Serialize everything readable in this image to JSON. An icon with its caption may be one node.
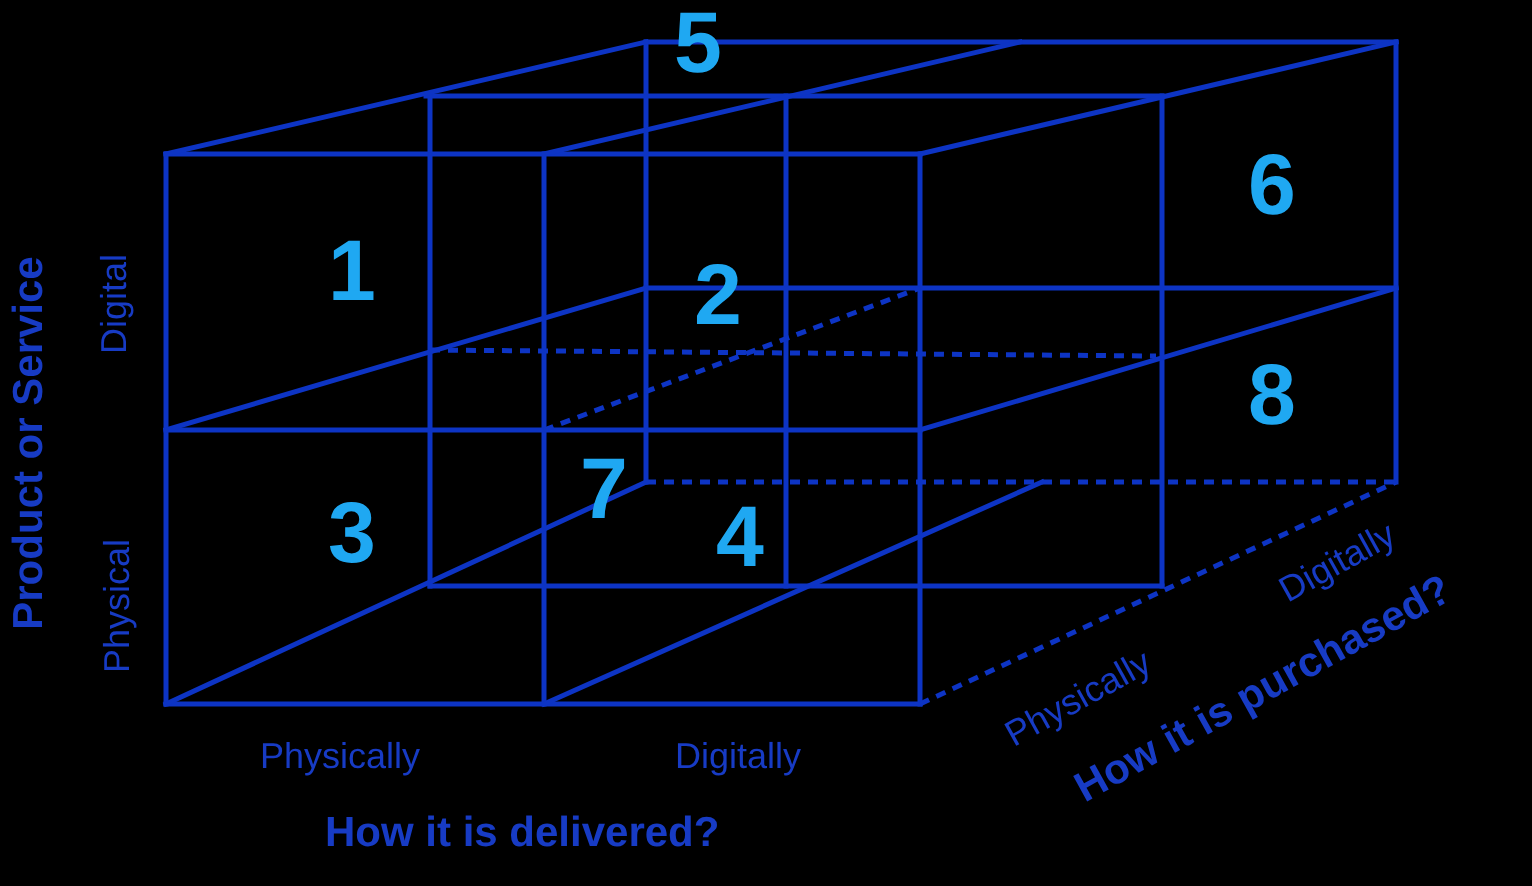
{
  "diagram": {
    "labels": [
      "5",
      "6",
      "1",
      "2",
      "8",
      "7",
      "3",
      "4",
      "Product or Service",
      "Digital",
      "Physical",
      "Physically",
      "Digitally",
      "How it is delivered?",
      "Physically",
      "Digitally",
      "How it is purchased?"
    ]
  }
}
